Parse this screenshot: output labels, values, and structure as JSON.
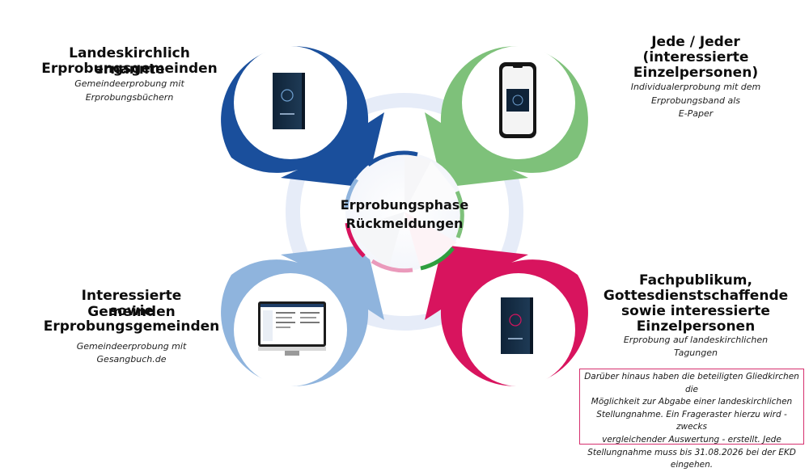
{
  "center": {
    "line1": "Erprobungsphase",
    "line2": "Rückmeldungen"
  },
  "groups": [
    {
      "title_lines": [
        "Landeskirchlich ernannte",
        "Erprobungsgemeinden"
      ],
      "sub_lines": [
        "Gemeindeerprobung mit",
        "Erprobungsbüchern"
      ],
      "color": "#1a4f9c",
      "device": "book"
    },
    {
      "title_lines": [
        "Jede / Jeder",
        "(interessierte",
        "Einzelpersonen)"
      ],
      "sub_lines": [
        "Individualerprobung mit dem",
        "Erprobungsband als",
        "E-Paper"
      ],
      "color": "#7ec17a",
      "device": "phone"
    },
    {
      "title_lines": [
        "Interessierte Gemeinden",
        "sowie",
        "Erprobungsgemeinden"
      ],
      "sub_lines": [
        "Gemeindeerprobung mit",
        "Gesangbuch.de"
      ],
      "color": "#8fb4dd",
      "device": "monitor"
    },
    {
      "title_lines": [
        "Fachpublikum,",
        "Gottesdienstschaffende",
        "sowie interessierte",
        "Einzelpersonen"
      ],
      "sub_lines": [
        "Erprobung auf landeskirchlichen",
        "Tagungen"
      ],
      "color": "#d8145e",
      "device": "book"
    }
  ],
  "note": {
    "lines": [
      "Darüber hinaus haben die beteiligten Gliedkirchen die",
      "Möglichkeit zur Abgabe einer landeskirchlichen",
      "Stellungnahme. Ein Frageraster hierzu wird - zwecks",
      "vergleichender Auswertung -  erstellt. Jede",
      "Stellungnahme muss bis 31.08.2026 bei der EKD",
      "eingehen."
    ],
    "border_color": "#d6306e"
  },
  "colors": {
    "ring": "#e6ecf8",
    "blue": "#1a4f9c",
    "green": "#7ec17a",
    "light_blue": "#8fb4dd",
    "magenta": "#d8145e"
  }
}
